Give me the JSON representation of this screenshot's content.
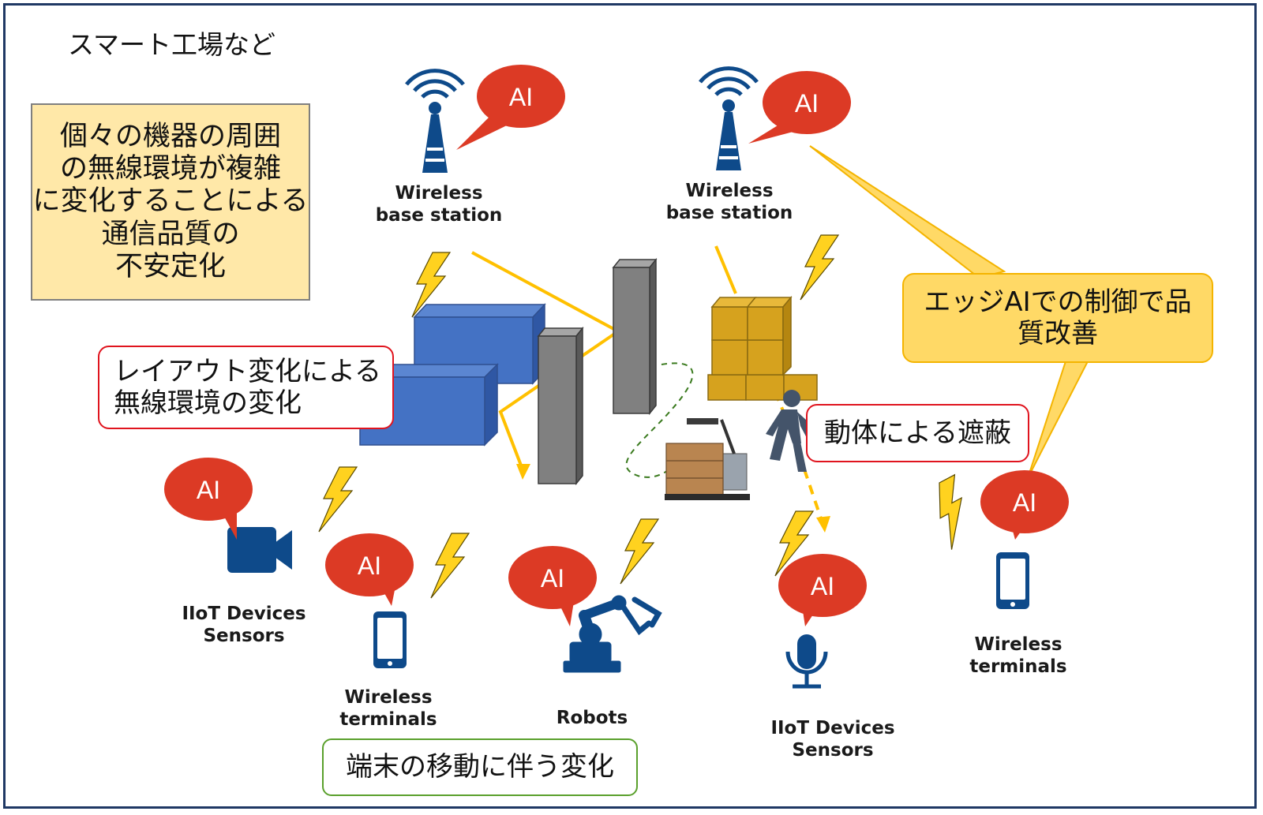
{
  "title": "スマート工場など",
  "notes": {
    "complex_environment": "個々の機器の周囲\nの無線環境が複雑\nに変化することによる\n通信品質の\n不安定化",
    "layout_change": "レイアウト変化による\n無線環境の変化",
    "shielding": "動体による遮蔽",
    "terminal_movement": "端末の移動に伴う変化",
    "edge_ai": "エッジAIでの制御で品\n質改善"
  },
  "ai_badge": "AI",
  "labels": {
    "base_station_1": "Wireless\nbase station",
    "base_station_2": "Wireless\nbase station",
    "iiot_camera": "IIoT Devices\nSensors",
    "terminal_left": "Wireless\nterminals",
    "robots": "Robots",
    "iiot_mic": "IIoT Devices\nSensors",
    "terminal_right": "Wireless\nterminals"
  },
  "icons": {
    "base_station": "antenna-tower-icon",
    "camera": "video-camera-icon",
    "smartphone": "smartphone-icon",
    "robot_arm": "robot-arm-icon",
    "microphone": "microphone-icon",
    "person": "walking-person-icon",
    "forklift": "pallet-truck-icon",
    "lightning": "lightning-bolt-icon"
  },
  "colors": {
    "frame": "#1f3864",
    "ai_bubble": "#dc3a25",
    "icon_blue": "#0e4a8a",
    "machine_blue": "#4472c4",
    "pillar_gray": "#7f7f7f",
    "box_gold": "#d6a21e",
    "lightning_yellow": "#ffd21f",
    "signal_line": "#ffc000",
    "callout_fill": "#ffd966",
    "note_fill": "#ffe8a8",
    "red_outline": "#e0141e",
    "green_outline": "#5aa02c"
  }
}
